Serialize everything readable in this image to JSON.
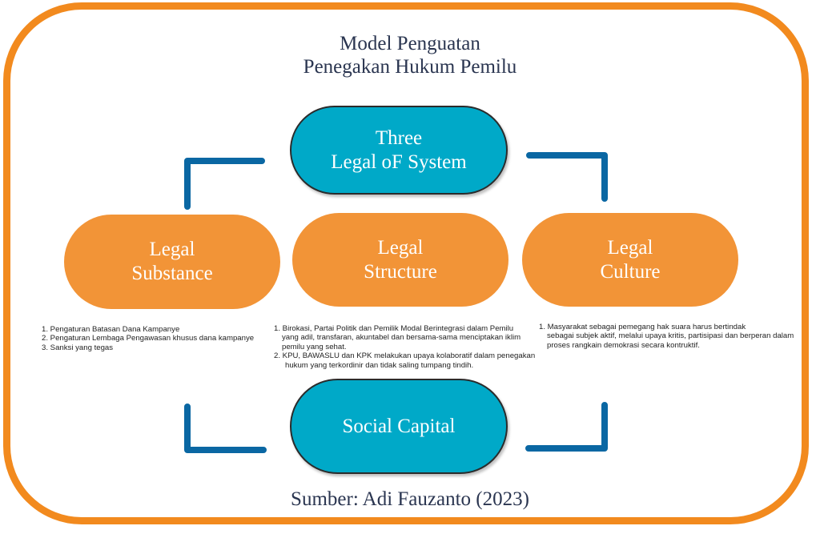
{
  "title": {
    "line1": "Model Penguatan",
    "line2": "Penegakan Hukum Pemilu"
  },
  "colors": {
    "frame": "#F28A1E",
    "teal_node": "#00A9C8",
    "orange_node": "#F29437",
    "connector": "#0A67A3",
    "title_text": "#2A3550"
  },
  "nodes": {
    "top": {
      "line1": "Three",
      "line2": "Legal oF System"
    },
    "substance": {
      "line1": "Legal",
      "line2": "Substance"
    },
    "structure": {
      "line1": "Legal",
      "line2": "Structure"
    },
    "culture": {
      "line1": "Legal",
      "line2": "Culture"
    },
    "bottom": {
      "line1": "Social Capital"
    }
  },
  "notes": {
    "substance": [
      "1. Pengaturan Batasan Dana Kampanye",
      "2. Pengaturan Lembaga Pengawasan khusus dana kampanye",
      "3. Sanksi yang tegas"
    ],
    "structure": {
      "item1": {
        "first": "1. Birokasi, Partai Politik dan Pemilik Modal Berintegrasi dalam Pemilu",
        "cont1": "yang adil, transfaran, akuntabel dan bersama-sama menciptakan iklim",
        "cont2": "pemilu yang sehat."
      },
      "item2": {
        "first": "2.  KPU, BAWASLU dan KPK melakukan upaya kolaboratif dalam penegakan",
        "cont1": "hukum yang terkordinir dan tidak saling tumpang tindih."
      }
    },
    "culture": {
      "first": "1. Masyarakat sebagai pemegang hak suara harus bertindak",
      "cont1": "sebagai subjek aktif, melalui upaya kritis, partisipasi dan berperan dalam",
      "cont2": "proses rangkain demokrasi secara kontruktif."
    }
  },
  "source": "Sumber: Adi Fauzanto (2023)"
}
